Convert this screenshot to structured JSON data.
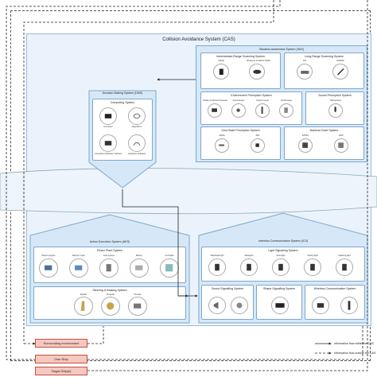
{
  "cas_title": "Collision Avoidance System (CAS)",
  "sas": {
    "title": "Situation Awareness System (SAS)",
    "imrs": {
      "title": "Intermediate-Range Scanning System",
      "labels": [
        "LiDAR",
        "Ultrasonic & Marine Radar"
      ]
    },
    "lrs": {
      "title": "Long-Range Scanning System",
      "labels": [
        "AIS",
        "RADAR"
      ]
    },
    "eps": {
      "title": "Environment Perception System",
      "labels": [
        "Visible & Infrared Cameras",
        "Anemometer",
        "Current meter",
        "Ombrometer"
      ]
    },
    "sps": {
      "title": "Sound Perception System",
      "labels": [
        "Microphone"
      ]
    },
    "osps": {
      "title": "Own-State Perception System",
      "labels": [
        "GNSS",
        "IMU"
      ]
    },
    "ncs": {
      "title": "Nautical Chart System",
      "labels": [
        "ECDIS",
        "ENC"
      ]
    }
  },
  "dms": {
    "title": "Decision Making System (DMS)",
    "computing": {
      "title": "Computing System",
      "labels": [
        "Computer",
        "Algorithms",
        "Computing Software Interface",
        "Guidance Software"
      ]
    }
  },
  "aes": {
    "title": "Action Execution System (AES)",
    "pps": {
      "title": "Power Plant System",
      "labels": [
        "Diesel engines",
        "Electric motor",
        "Fuel system",
        "Battery",
        "Controller"
      ]
    },
    "sss": {
      "title": "Steering & Braking System",
      "labels": [
        "Rudder",
        "Propeller",
        "Thruster"
      ]
    }
  },
  "ics": {
    "title": "Intention Communication System (ICS)",
    "lss": {
      "title": "Light Signalling System",
      "labels": [
        "Masthead light",
        "Sidelights",
        "Sternlight",
        "Towing light",
        "Flashing light"
      ]
    },
    "sss2": {
      "title": "Sound Signalling System"
    },
    "shss": {
      "title": "Shape Signalling System"
    },
    "wcs": {
      "title": "Wireless Communication System"
    }
  },
  "outputs": [
    "Surrounding environment",
    "Own Ship",
    "Target Ship(s)"
  ],
  "legend": {
    "inside": "Information flow within the CAS",
    "outside": "Information flow outside the CAS"
  }
}
